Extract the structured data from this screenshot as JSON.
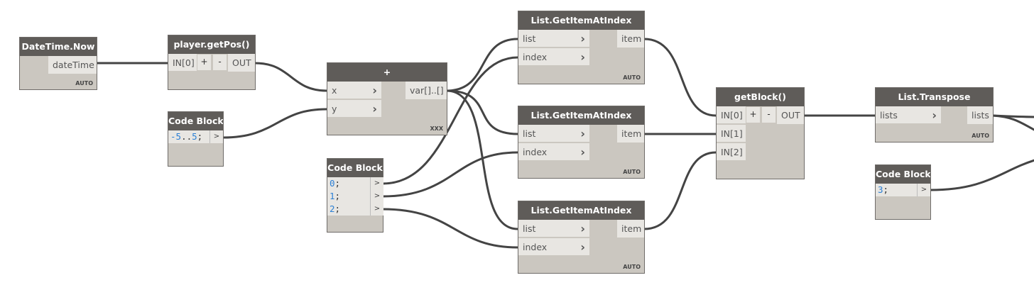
{
  "nodes": [
    {
      "id": "datetime",
      "title": "DateTime.Now",
      "outputs": [
        "dateTime"
      ],
      "lacing": "AUTO"
    },
    {
      "id": "getpos",
      "title": "player.getPos()",
      "inputs": [
        "IN[0]"
      ],
      "outputs": [
        "OUT"
      ],
      "add": "+",
      "remove": "-"
    },
    {
      "id": "plus",
      "title": "+",
      "inputs": [
        "x",
        "y"
      ],
      "outputs": [
        "var[]..[]"
      ],
      "lacing": "XXX"
    },
    {
      "id": "cb1",
      "title": "Code Block",
      "code": [
        {
          "num": "-5",
          "rest": "..",
          "num2": "5",
          "end": ";"
        }
      ],
      "port": ">"
    },
    {
      "id": "cb2",
      "title": "Code Block",
      "code": [
        {
          "num": "0",
          "end": ";"
        },
        {
          "num": "1",
          "end": ";"
        },
        {
          "num": "2",
          "end": ";"
        }
      ],
      "port": ">"
    },
    {
      "id": "lgi1",
      "title": "List.GetItemAtIndex",
      "inputs": [
        "list",
        "index"
      ],
      "outputs": [
        "item"
      ],
      "lacing": "AUTO"
    },
    {
      "id": "lgi2",
      "title": "List.GetItemAtIndex",
      "inputs": [
        "list",
        "index"
      ],
      "outputs": [
        "item"
      ],
      "lacing": "AUTO"
    },
    {
      "id": "lgi3",
      "title": "List.GetItemAtIndex",
      "inputs": [
        "list",
        "index"
      ],
      "outputs": [
        "item"
      ],
      "lacing": "AUTO"
    },
    {
      "id": "getblock",
      "title": "getBlock()",
      "inputs": [
        "IN[0]",
        "IN[1]",
        "IN[2]"
      ],
      "outputs": [
        "OUT"
      ],
      "add": "+",
      "remove": "-"
    },
    {
      "id": "transpose",
      "title": "List.Transpose",
      "inputs": [
        "lists"
      ],
      "outputs": [
        "lists"
      ],
      "lacing": "AUTO"
    },
    {
      "id": "cb3",
      "title": "Code Block",
      "code": [
        {
          "num": "3",
          "end": ";"
        }
      ],
      "port": ">"
    }
  ],
  "colors": {
    "header": "#5f5c59",
    "body": "#cbc7c0",
    "port": "#e8e6e2",
    "wire": "#444444",
    "number": "#2a7fd5"
  }
}
